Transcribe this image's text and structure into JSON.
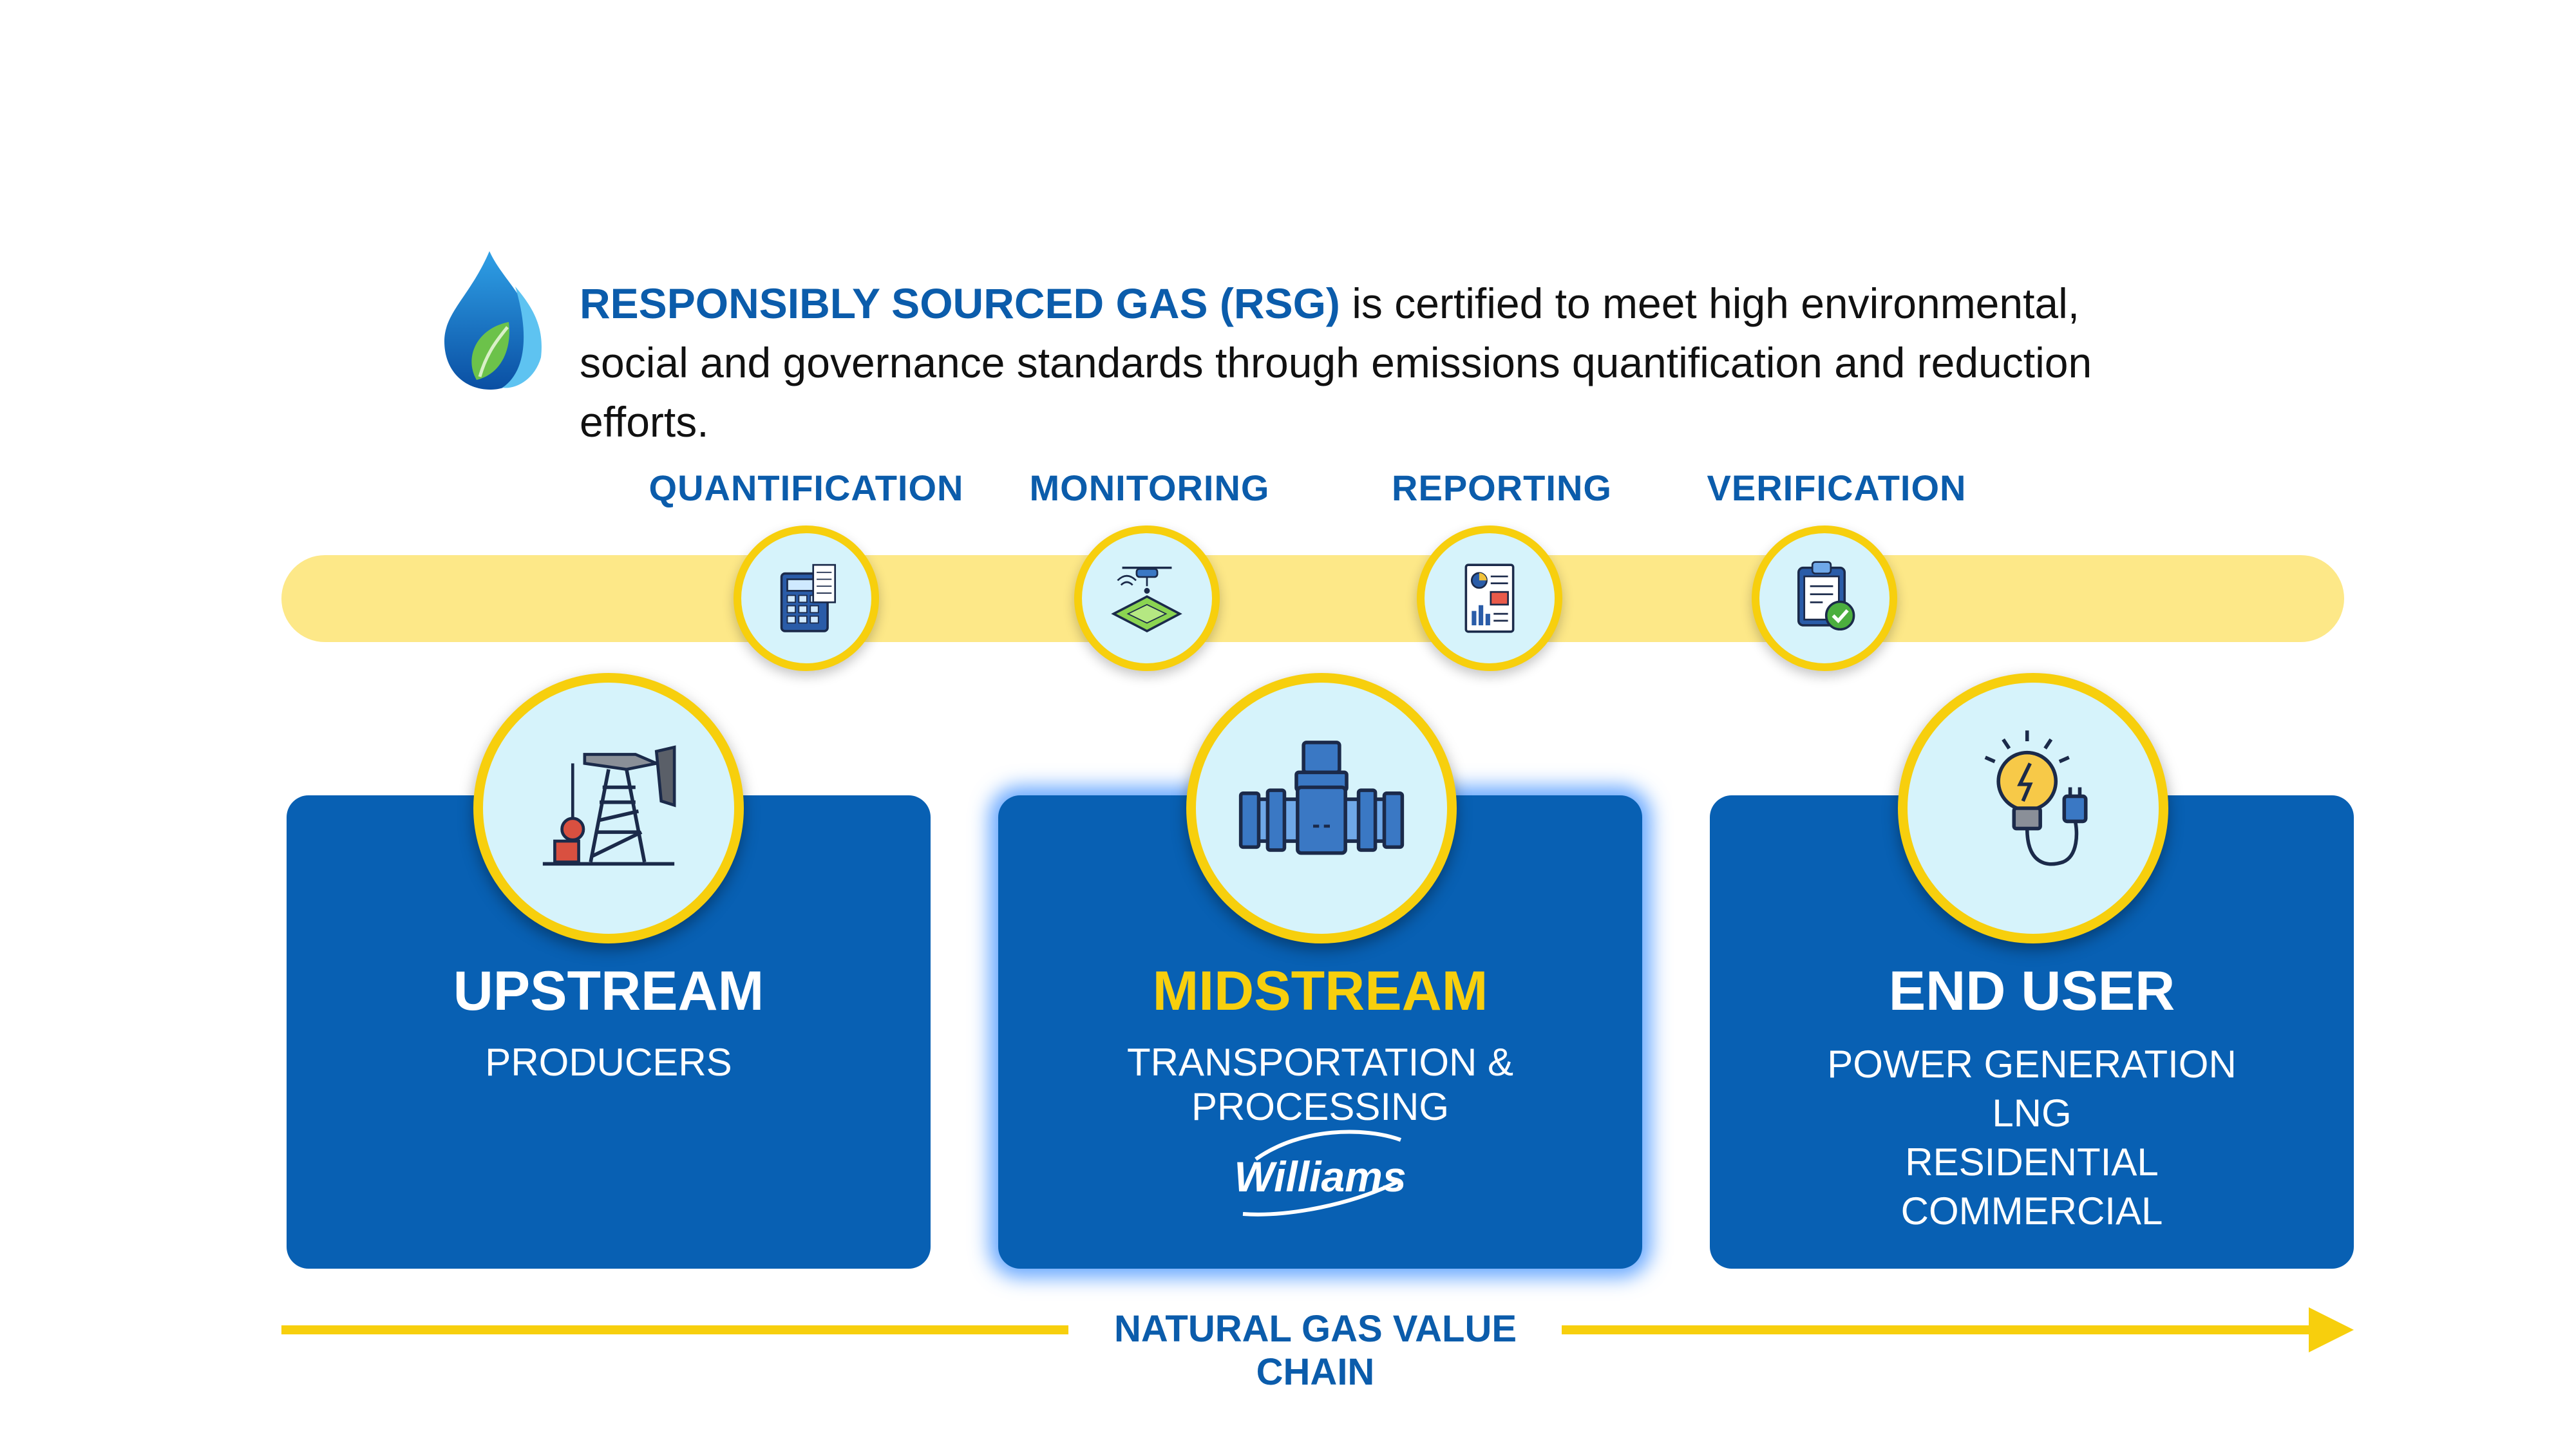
{
  "header": {
    "highlight": "RESPONSIBLY SOURCED GAS (RSG)",
    "description": " is certified to meet high environmental, social and governance standards through emissions quantification and reduction efforts.",
    "logo_icon": "flame-leaf-icon"
  },
  "steps": [
    {
      "label": "QUANTIFICATION",
      "icon": "calculator-icon"
    },
    {
      "label": "MONITORING",
      "icon": "drone-icon"
    },
    {
      "label": "REPORTING",
      "icon": "report-icon"
    },
    {
      "label": "VERIFICATION",
      "icon": "clipboard-check-icon"
    }
  ],
  "stages": [
    {
      "title": "UPSTREAM",
      "subtitle": "PRODUCERS",
      "icon": "pumpjack-icon"
    },
    {
      "title": "MIDSTREAM",
      "subtitle": "TRANSPORTATION & PROCESSING",
      "icon": "pipeline-icon",
      "logo": "Williams"
    },
    {
      "title": "END USER",
      "items": [
        "POWER GENERATION",
        "LNG",
        "RESIDENTIAL",
        "COMMERCIAL"
      ],
      "icon": "lightbulb-plug-icon"
    }
  ],
  "value_chain": {
    "label": "NATURAL GAS VALUE CHAIN"
  },
  "colors": {
    "blue": "#0860b3",
    "accent_blue": "#0b5cab",
    "gold": "#f7cf0d",
    "track": "#fde888",
    "icon_bg": "#d6f3fb"
  }
}
